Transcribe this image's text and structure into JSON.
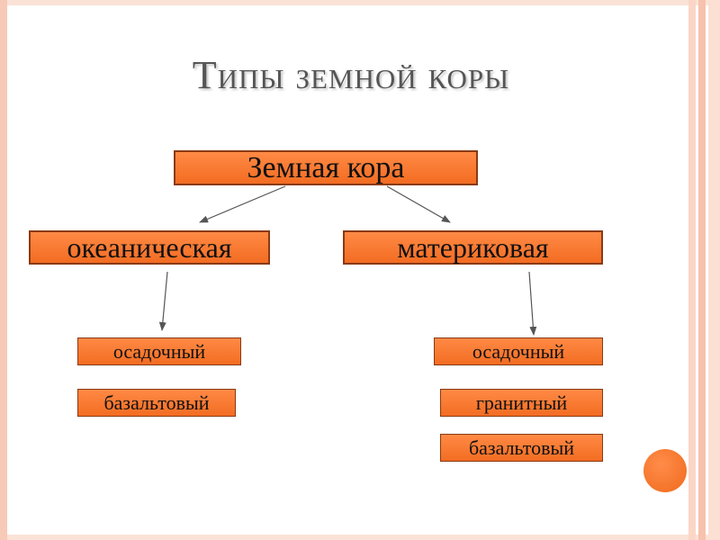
{
  "title": "Типы земной коры",
  "root": "Земная кора",
  "oceanic": {
    "label": "океаническая",
    "layers": [
      "осадочный",
      "базальтовый"
    ]
  },
  "continental": {
    "label": "материковая",
    "layers": [
      "осадочный",
      "гранитный",
      "базальтовый"
    ]
  },
  "colors": {
    "box_fill": "#f36c22",
    "box_border": "#8a3a12",
    "title": "#555555",
    "arrow": "#555555",
    "decor_circle": "#f06a1c"
  }
}
